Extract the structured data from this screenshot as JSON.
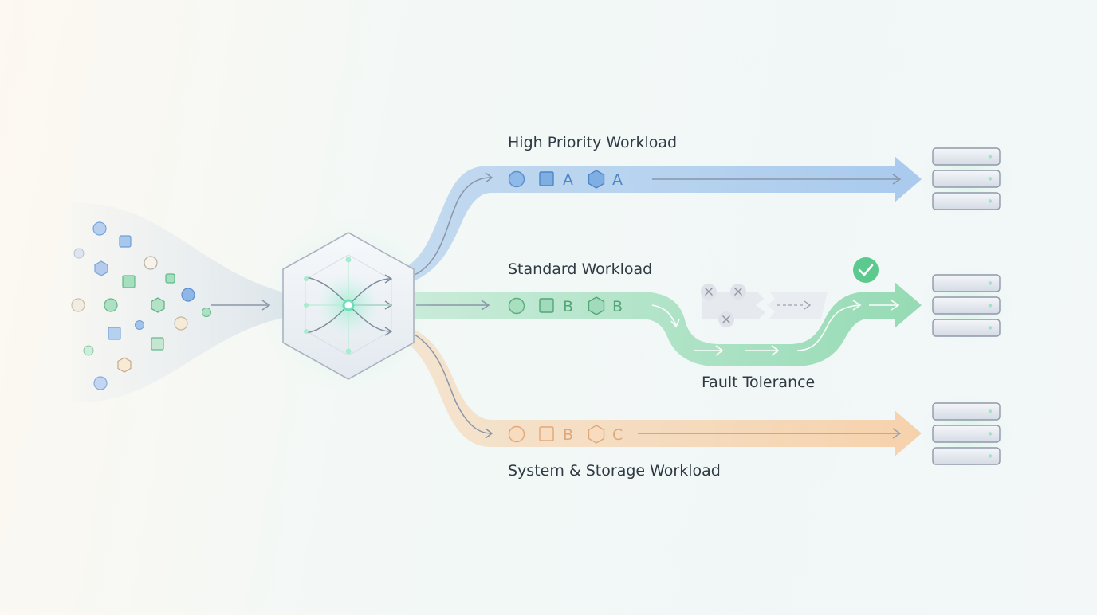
{
  "colors": {
    "high": "#5b9bd5",
    "standard": "#5fbf8a",
    "system": "#f0b87a",
    "router_glow": "#6ee0b8",
    "check": "#5cc98e",
    "fault": "#b6bcc6"
  },
  "lanes": {
    "high": {
      "title": "High Priority Workload",
      "letter1": "A",
      "letter2": "A"
    },
    "standard": {
      "title": "Standard Workload",
      "letter1": "B",
      "letter2": "B"
    },
    "system": {
      "title": "System & Storage Workload",
      "letter1": "B",
      "letter2": "C"
    }
  },
  "fault": {
    "label": "Fault Tolerance"
  },
  "icons": {
    "router": "hexagon-router-icon",
    "server": "server-rack-icon",
    "check": "checkmark-icon",
    "failure": "x-mark-icon"
  }
}
